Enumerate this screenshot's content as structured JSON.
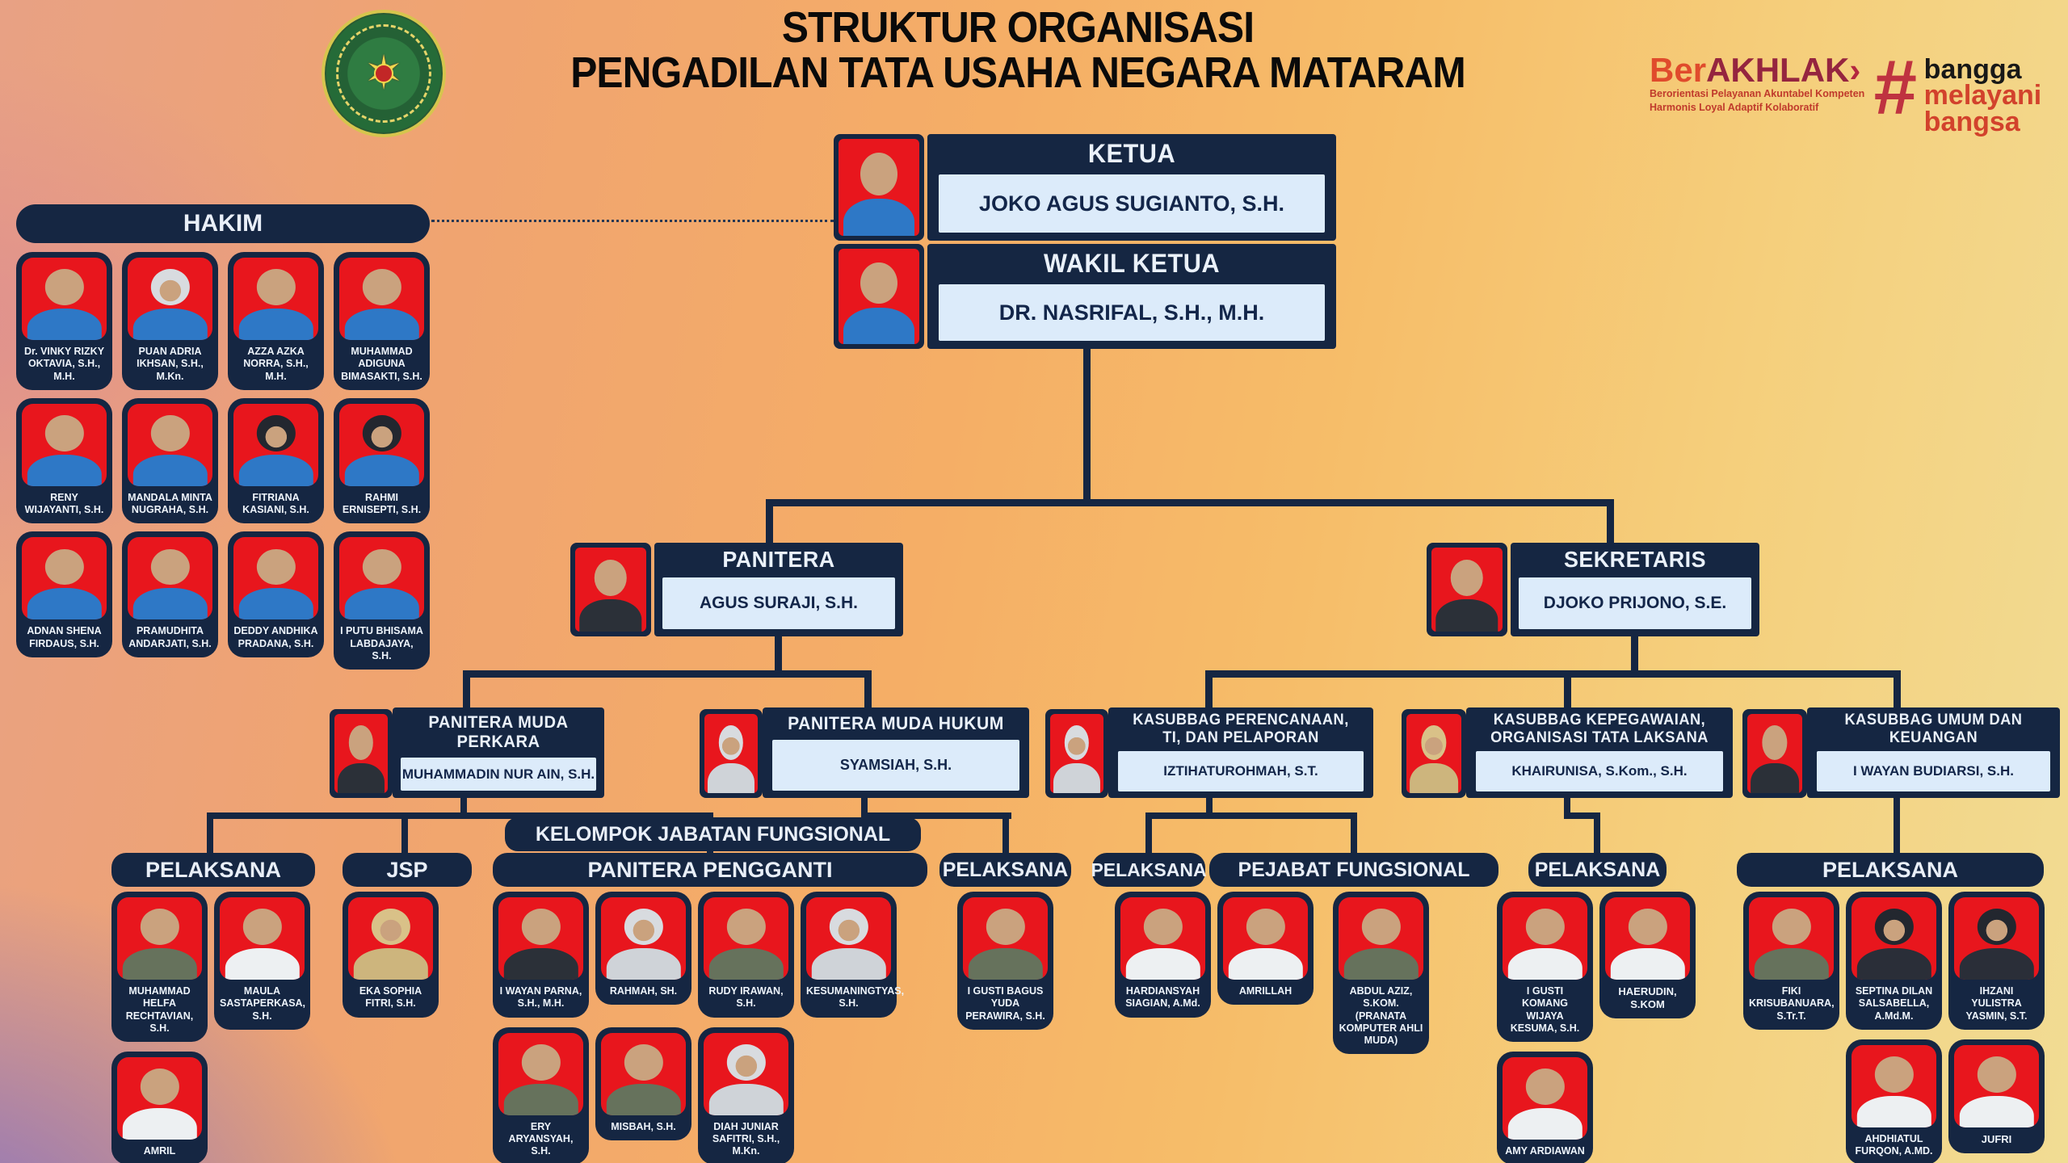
{
  "header": {
    "title_line1": "STRUKTUR ORGANISASI",
    "title_line2": "PENGADILAN TATA USAHA NEGARA MATARAM",
    "seal_alt": "PENGADILAN TATA USAHA NEGARA MATARAM",
    "berakhlak": {
      "brand_prefix": "Ber",
      "brand_suffix": "AKHLAK",
      "arrow": "›",
      "tagline_line1": "Berorientasi Pelayanan Akuntabel Kompeten",
      "tagline_line2": "Harmonis Loyal Adaptif Kolaboratif",
      "hashtag": "#",
      "word1": "bangga",
      "word2": "melayani",
      "word3": "bangsa"
    }
  },
  "org": {
    "hakim": {
      "title": "HAKIM",
      "members": [
        "Dr. VINKY RIZKY OKTAVIA, S.H., M.H.",
        "PUAN ADRIA IKHSAN, S.H., M.Kn.",
        "AZZA AZKA NORRA, S.H., M.H.",
        "MUHAMMAD ADIGUNA BIMASAKTI, S.H.",
        "RENY WIJAYANTI, S.H.",
        "MANDALA MINTA NUGRAHA, S.H.",
        "FITRIANA KASIANI, S.H.",
        "RAHMI ERNISEPTI, S.H.",
        "ADNAN SHENA FIRDAUS, S.H.",
        "PRAMUDHITA ANDARJATI, S.H.",
        "DEDDY ANDHIKA PRADANA, S.H.",
        "I PUTU BHISAMA LABDAJAYA, S.H."
      ]
    },
    "ketua": {
      "title": "KETUA",
      "name": "JOKO AGUS SUGIANTO, S.H."
    },
    "wakil_ketua": {
      "title": "WAKIL KETUA",
      "name": "DR. NASRIFAL, S.H., M.H."
    },
    "panitera": {
      "title": "PANITERA",
      "name": "AGUS SURAJI, S.H."
    },
    "sekretaris": {
      "title": "SEKRETARIS",
      "name": "DJOKO PRIJONO, S.E."
    },
    "panmud_perkara": {
      "title": "PANITERA MUDA PERKARA",
      "name": "MUHAMMADIN NUR AIN, S.H."
    },
    "panmud_hukum": {
      "title": "PANITERA MUDA HUKUM",
      "name": "SYAMSIAH, S.H."
    },
    "kasubbag_perencanaan": {
      "title_line1": "KASUBBAG PERENCANAAN,",
      "title_line2": "TI, DAN PELAPORAN",
      "name": "IZTIHATUROHMAH, S.T."
    },
    "kasubbag_kepegawaian": {
      "title_line1": "KASUBBAG KEPEGAWAIAN,",
      "title_line2": "ORGANISASI TATA LAKSANA",
      "name": "KHAIRUNISA, S.Kom., S.H."
    },
    "kasubbag_umum": {
      "title_line1": "KASUBBAG UMUM DAN",
      "title_line2": "KEUANGAN",
      "name": "I WAYAN BUDIARSI, S.H."
    },
    "kelompok_label": "KELOMPOK JABATAN FUNGSIONAL",
    "groups": {
      "pelaksana_perkara": {
        "label": "PELAKSANA",
        "members": [
          "MUHAMMAD HELFA RECHTAVIAN, S.H.",
          "MAULA SASTAPERKASA, S.H.",
          "AMRIL"
        ]
      },
      "jsp": {
        "label": "JSP",
        "members": [
          "EKA SOPHIA FITRI, S.H."
        ]
      },
      "panitera_pengganti": {
        "label": "PANITERA PENGGANTI",
        "members": [
          "I WAYAN PARNA, S.H., M.H.",
          "RAHMAH, SH.",
          "RUDY IRAWAN, S.H.",
          "KESUMANINGTYAS, S.H.",
          "ERY ARYANSYAH, S.H.",
          "MISBAH, S.H.",
          "DIAH JUNIAR SAFITRI, S.H., M.Kn."
        ]
      },
      "pelaksana_hukum": {
        "label": "PELAKSANA",
        "members": [
          "I GUSTI BAGUS YUDA PERAWIRA, S.H."
        ]
      },
      "pelaksana_perencanaan": {
        "label": "PELAKSANA",
        "members": [
          "HARDIANSYAH SIAGIAN, A.Md.",
          "AMRILLAH"
        ]
      },
      "pejabat_fungsional": {
        "label": "PEJABAT FUNGSIONAL",
        "members": [
          "ABDUL AZIZ, S.KOM. (PRANATA KOMPUTER AHLI MUDA)"
        ]
      },
      "pelaksana_kepegawaian": {
        "label": "PELAKSANA",
        "members": [
          "I GUSTI KOMANG WIJAYA KESUMA, S.H.",
          "HAERUDIN, S.KOM",
          "AMY ARDIAWAN"
        ]
      },
      "pelaksana_umum": {
        "label": "PELAKSANA",
        "members": [
          "FIKI KRISUBANUARA, S.Tr.T.",
          "SEPTINA DILAN SALSABELLA, A.Md.M.",
          "IHZANI YULISTRA YASMIN, S.T.",
          "AHDHIATUL FURQON, A.MD.",
          "JUFRI"
        ]
      }
    }
  },
  "colors": {
    "navy": "#152642",
    "plate": "#dcebfa",
    "photo_red": "#e8161d",
    "accent_red": "#d2422c"
  }
}
